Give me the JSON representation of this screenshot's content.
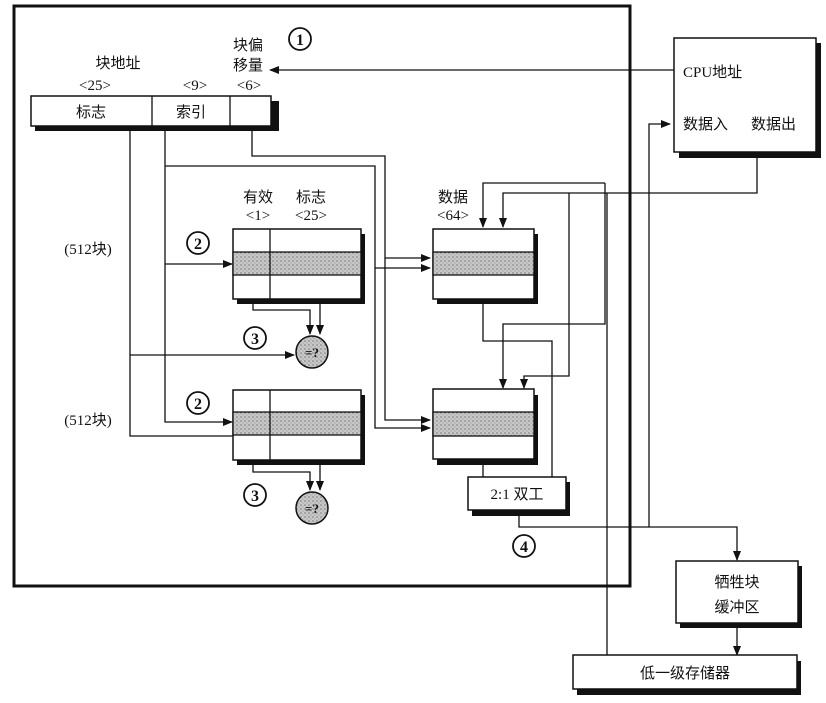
{
  "diagram": {
    "address": {
      "block_address_label": "块地址",
      "block_offset_label_line1": "块偏",
      "block_offset_label_line2": "移量",
      "tag_bits": "<25>",
      "index_bits": "<9>",
      "offset_bits": "<6>",
      "tag_field": "标志",
      "index_field": "索引"
    },
    "tag_array": {
      "valid_label": "有效",
      "valid_bits": "<1>",
      "tag_label": "标志",
      "tag_bits": "<25>",
      "bank_size_label": "(512块)"
    },
    "data_array": {
      "label": "数据",
      "bits": "<64>"
    },
    "comparator_label": "=?",
    "mux_label": "2:1 双工",
    "cpu": {
      "address_label": "CPU地址",
      "data_in_label": "数据入",
      "data_out_label": "数据出"
    },
    "victim_buffer_line1": "牺牲块",
    "victim_buffer_line2": "缓冲区",
    "lower_memory_label": "低一级存储器",
    "steps": [
      "1",
      "2",
      "2",
      "3",
      "3",
      "4"
    ]
  }
}
